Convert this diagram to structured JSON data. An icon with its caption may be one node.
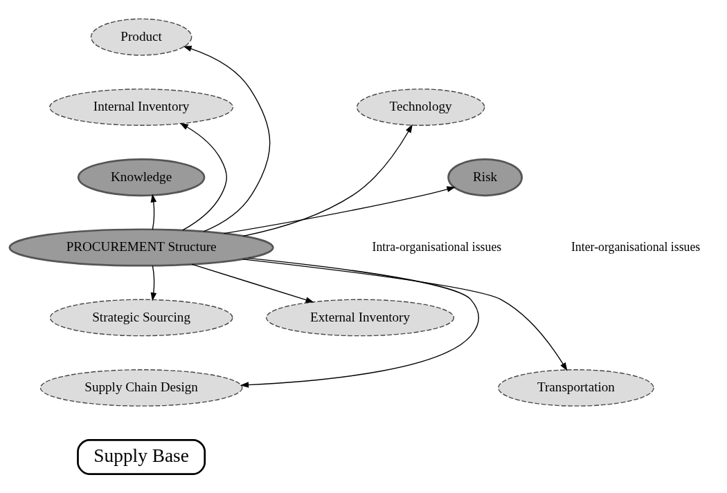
{
  "diagram": {
    "nodes": [
      {
        "text": [
          "Product"
        ]
      },
      {
        "text": [
          "Internal Inventory"
        ]
      },
      {
        "text": [
          "Technology"
        ]
      },
      {
        "text": [
          "Knowledge"
        ]
      },
      {
        "text": [
          "Risk"
        ]
      },
      {
        "text": [
          "PROCUREMENT Structure"
        ]
      },
      {
        "text": [
          "Strategic Sourcing"
        ]
      },
      {
        "text": [
          "External Inventory"
        ]
      },
      {
        "text": [
          "Supply Chain Design"
        ]
      },
      {
        "text": [
          "Transportation"
        ]
      },
      {
        "text": [
          "Supply Base"
        ]
      }
    ],
    "edges": [
      {
        "from": 5,
        "to": 0,
        "arrow": "to"
      },
      {
        "from": 5,
        "to": 1,
        "arrow": "to"
      },
      {
        "from": 5,
        "to": 2,
        "arrow": "to"
      },
      {
        "from": 5,
        "to": 3,
        "arrow": "to"
      },
      {
        "from": 5,
        "to": 4,
        "arrow": "to"
      },
      {
        "from": 5,
        "to": 6,
        "arrow": "to"
      },
      {
        "from": 5,
        "to": 7,
        "arrow": "to"
      },
      {
        "from": 5,
        "to": 8,
        "arrow": "to"
      },
      {
        "from": 5,
        "to": 9,
        "arrow": "to"
      }
    ],
    "labels": [
      "Intra-organisational issues",
      "Inter-organisational issues"
    ]
  }
}
